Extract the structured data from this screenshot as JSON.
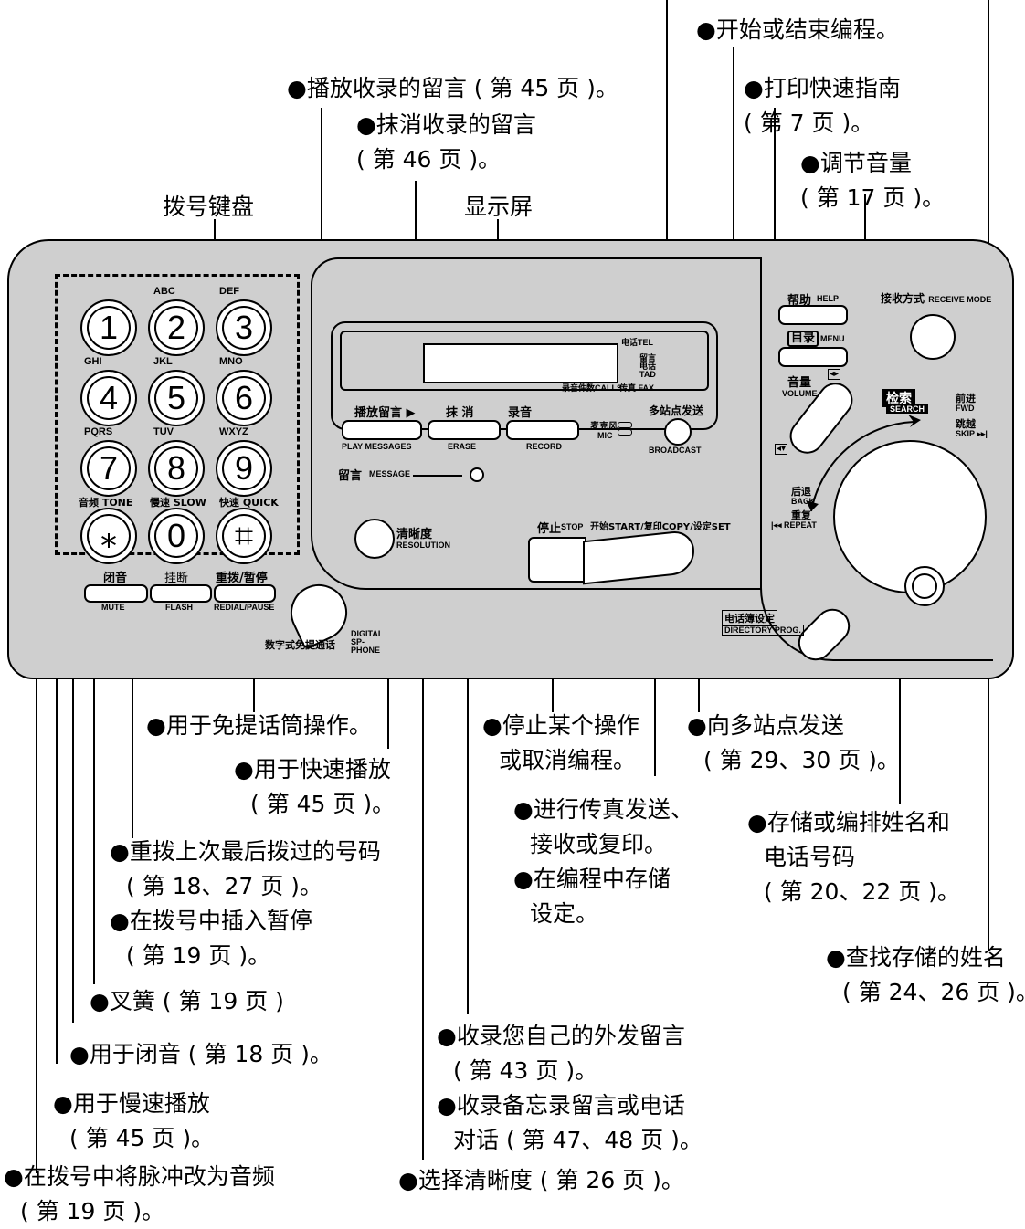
{
  "top_labels": {
    "keypad": "拨号键盘",
    "display": "显示屏"
  },
  "annotations": {
    "start_end_program": "●开始或结束编程。",
    "play_messages": "●播放收录的留言 ( 第 45 页 )。",
    "erase_1": "●抹消收录的留言",
    "erase_2": "( 第 46 页 )。",
    "print_guide_1": "●打印快速指南",
    "print_guide_2": "( 第 7 页 )。",
    "volume_1": "●调节音量",
    "volume_2": "( 第 17 页 )。",
    "speakerphone": "●用于免提话筒操作。",
    "quick_play_1": "●用于快速播放",
    "quick_play_2": "( 第 45 页 )。",
    "stop_1": "●停止某个操作",
    "stop_2": "或取消编程。",
    "broadcast_1": "●向多站点发送",
    "broadcast_2": "( 第 29、30 页 )。",
    "start_1": "●进行传真发送、",
    "start_2": "接收或复印。",
    "start_3": "●在编程中存储",
    "start_4": "设定。",
    "directory_1": "●存储或编排姓名和",
    "directory_2": "电话号码",
    "directory_3": "( 第 20、22 页 )。",
    "redial_1": "●重拨上次最后拨过的号码",
    "redial_2": "( 第 18、27 页 )。",
    "redial_3": "●在拨号中插入暂停",
    "redial_4": "( 第 19 页 )。",
    "search_1": "●查找存储的姓名",
    "search_2": "( 第 24、26 页 )。",
    "flash": "●叉簧 ( 第 19 页 )",
    "mute": "●用于闭音 ( 第 18 页 )。",
    "record_1": "●收录您自己的外发留言",
    "record_2": "( 第 43 页 )。",
    "record_3": "●收录备忘录留言或电话",
    "record_4": "对话 ( 第 47、48 页 )。",
    "slow_play_1": "●用于慢速播放",
    "slow_play_2": "( 第 45 页 )。",
    "tone_1": "●在拨号中将脉冲改为音频",
    "tone_2": "( 第 19 页 )。",
    "resolution": "●选择清晰度 ( 第 26 页 )。"
  },
  "keypad": {
    "keys": [
      "1",
      "2",
      "3",
      "4",
      "5",
      "6",
      "7",
      "8",
      "9",
      "⁎",
      "0",
      "⌗"
    ],
    "letters": [
      "ABC",
      "DEF",
      "GHI",
      "JKL",
      "MNO",
      "PQRS",
      "TUV",
      "WXYZ"
    ],
    "tone": "音频 TONE",
    "slow": "慢速 SLOW",
    "quick": "快速 QUICK"
  },
  "buttons": {
    "mute_cn": "闭音",
    "mute_en": "MUTE",
    "flash_cn": "挂断",
    "flash_en": "FLASH",
    "redial_cn": "重拨/暂停",
    "redial_en": "REDIAL/PAUSE",
    "sp_cn": "数字式免提通话",
    "sp_en": "DIGITAL SP-PHONE",
    "play_cn": "播放留言 ▶",
    "play_en": "PLAY MESSAGES",
    "erase_cn": "抹 消",
    "erase_en": "ERASE",
    "record_cn": "录音",
    "record_en": "RECORD",
    "mic_cn": "麦克风",
    "mic_en": "MIC",
    "broadcast_cn": "多站点发送",
    "broadcast_en": "BROADCAST",
    "message_cn": "留言",
    "message_en": "MESSAGE",
    "resolution_cn": "清晰度",
    "resolution_en": "RESOLUTION",
    "stop_cn": "停止",
    "stop_en": "STOP",
    "start_label": "开始START/复印COPY/设定SET",
    "help_cn": "帮助",
    "help_en": "HELP",
    "menu_cn": "目录",
    "menu_en": "MENU",
    "volume_cn": "音量",
    "volume_en": "VOLUME",
    "receive_cn": "接收方式",
    "receive_en": "RECEIVE MODE",
    "search_cn": "检索",
    "search_en": "SEARCH",
    "fwd_cn": "前进",
    "fwd_en": "FWD",
    "skip_cn": "跳越",
    "skip_en": "SKIP ▸▸|",
    "back_cn": "后退",
    "back_en": "BACK",
    "repeat_cn": "重复",
    "repeat_en": "|◂◂ REPEAT",
    "directory_cn": "电话簿设定",
    "directory_en": "DIRECTORY PROG."
  },
  "display_indicators": {
    "tel": "电话TEL",
    "tad": "留言电话 TAD",
    "calls": "录音件数CALLS",
    "fax": "传真 FAX"
  }
}
